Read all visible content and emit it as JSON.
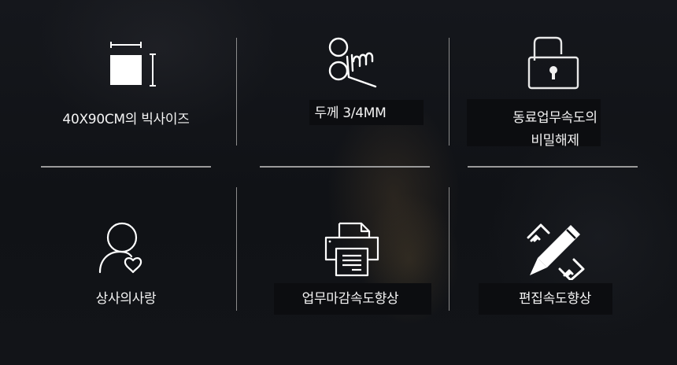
{
  "features": [
    {
      "id": "size",
      "icon": "size-dimension-icon",
      "label_lines": [
        "40X90CM의 빅사이즈"
      ]
    },
    {
      "id": "thickness",
      "icon": "thickness-mm-icon",
      "label_lines": [
        "두께 3/4MM"
      ]
    },
    {
      "id": "unlock",
      "icon": "unlocked-padlock-icon",
      "label_lines": [
        "동료업무속도의",
        "비밀해제"
      ]
    },
    {
      "id": "boss-love",
      "icon": "person-heart-icon",
      "label_lines": [
        "상사의사랑"
      ]
    },
    {
      "id": "deadline",
      "icon": "printer-icon",
      "label_lines": [
        "업무마감속도향상"
      ]
    },
    {
      "id": "editing",
      "icon": "pencil-ruler-icon",
      "label_lines": [
        "편집속도향상"
      ]
    }
  ],
  "colors": {
    "background": "#0f1115",
    "text": "#f4f4f4",
    "icon": "#ffffff",
    "divider": "#9a9a9a"
  }
}
